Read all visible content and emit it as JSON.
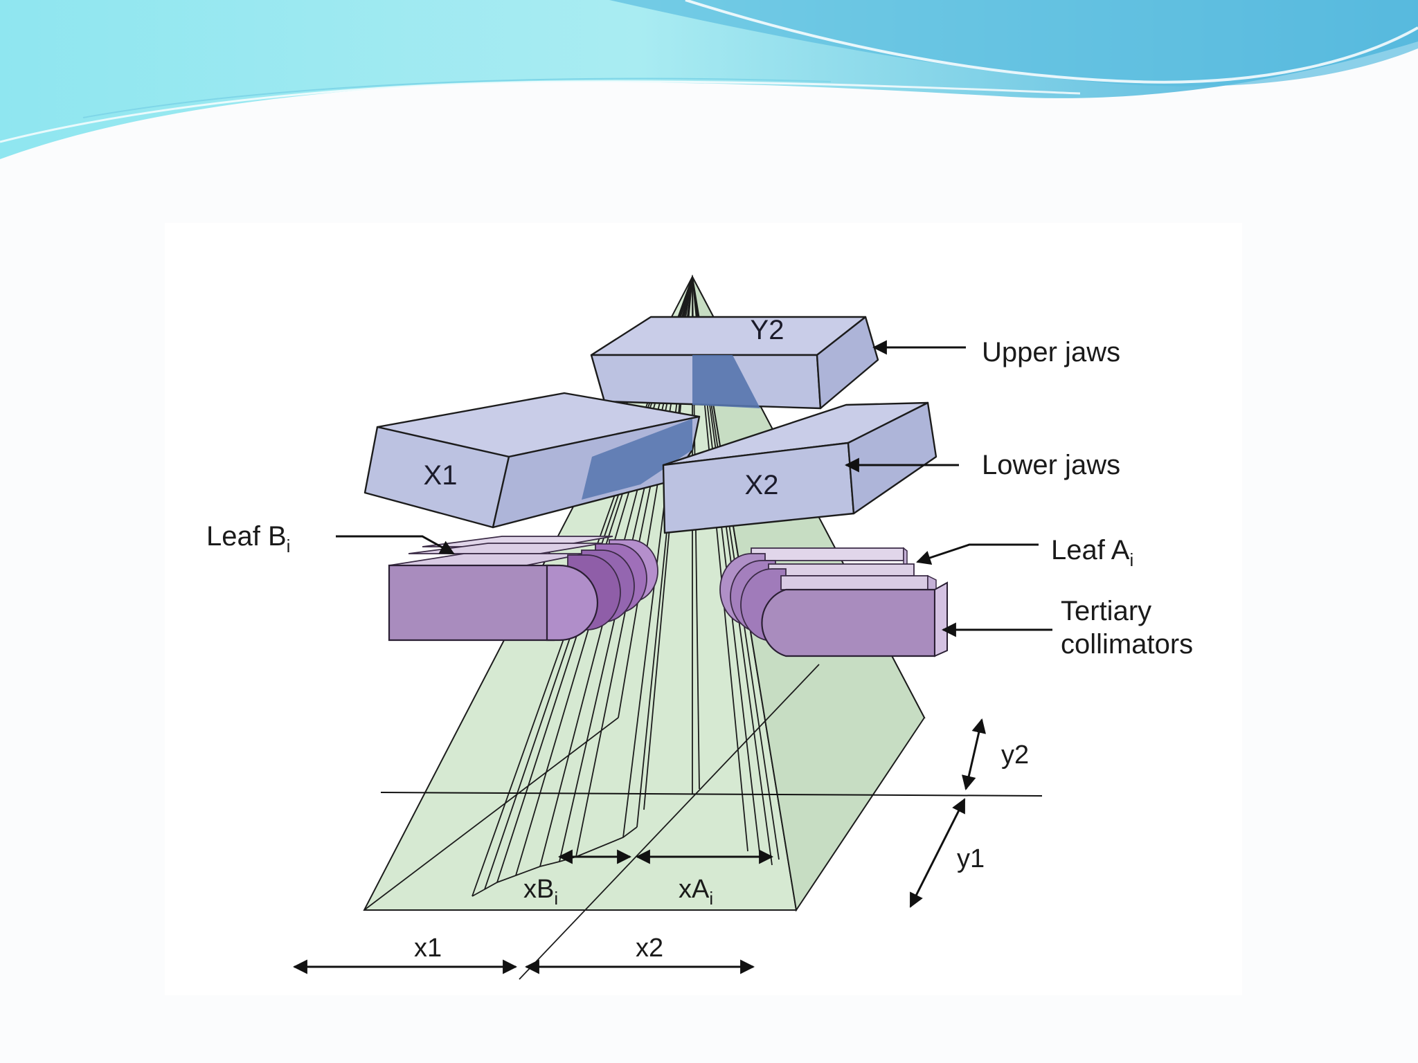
{
  "labels": {
    "jaw_y2": "Y2",
    "jaw_x1": "X1",
    "jaw_x2": "X2",
    "upper_jaws": "Upper jaws",
    "lower_jaws": "Lower jaws",
    "leaf_b": "Leaf B",
    "leaf_b_sub": "i",
    "leaf_a": "Leaf A",
    "leaf_a_sub": "i",
    "tertiary_line1": "Tertiary",
    "tertiary_line2": "collimators",
    "dim_y2": "y2",
    "dim_y1": "y1",
    "dim_xb": "xB",
    "dim_xb_sub": "i",
    "dim_xa": "xA",
    "dim_xa_sub": "i",
    "dim_x1": "x1",
    "dim_x2": "x2"
  },
  "colors": {
    "banner_light": "#9fe8f0",
    "banner_dark": "#55b8dc",
    "beam": "#d3e6cf",
    "jaw_top": "#c6cbe6",
    "jaw_front": "#b9bfe0",
    "jaw_side": "#a9b0d6",
    "jaw_overlap": "#5878b0",
    "leaf_front": "#a888bd",
    "leaf_top": "#ddd0e6",
    "leaf_end": "#8e5fa6"
  }
}
